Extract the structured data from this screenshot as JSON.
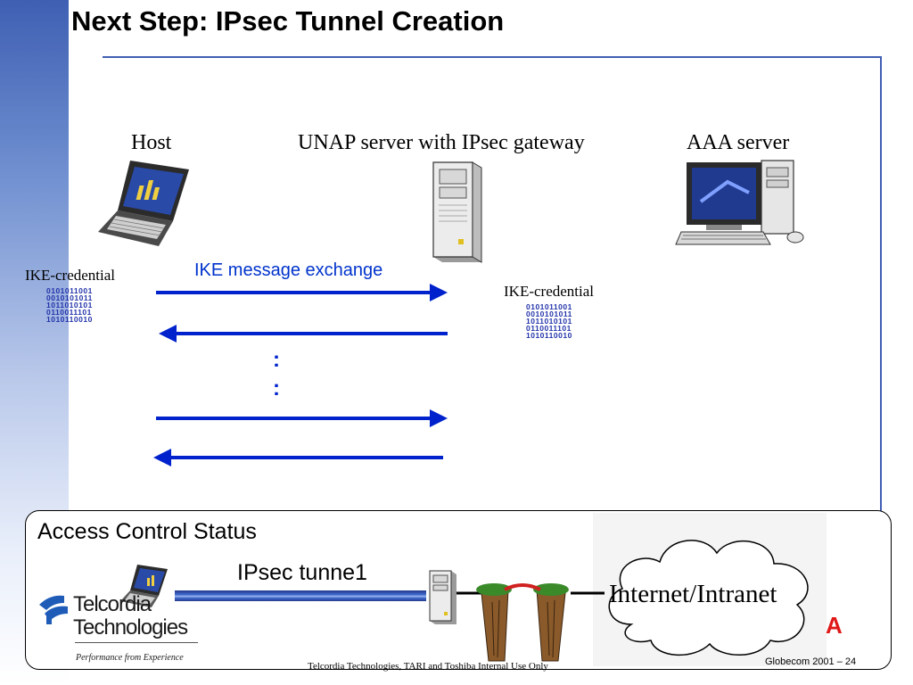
{
  "slide": {
    "title": "Next Step: IPsec Tunnel Creation",
    "host_label": "Host",
    "unap_label": "UNAP server with IPsec gateway",
    "aaa_label": "AAA server",
    "ike_credential_left": "IKE-credential",
    "ike_credential_right": "IKE-credential",
    "ike_message": "IKE message exchange",
    "ellipsis_1": ":",
    "ellipsis_2": ":",
    "binary_lines": [
      "0101011001",
      "0010101011",
      "1011010101",
      "0110011101",
      "1010110010"
    ]
  },
  "status_box": {
    "title": "Access Control Status",
    "tunnel_label": "IPsec tunne1",
    "cloud_label": "Internet/Intranet"
  },
  "logo": {
    "line1": "Telcordia",
    "line2": "Technologies",
    "tagline": "Performance from Experience"
  },
  "footer": {
    "text": "Telcordia Technologies, TARI and Toshiba  Internal Use Only",
    "page": "Globecom 2001 – 24"
  },
  "colors": {
    "arrow_blue": "#0022cc",
    "accent_blue": "#3f5fb3",
    "ike_text": "#0033cc"
  }
}
